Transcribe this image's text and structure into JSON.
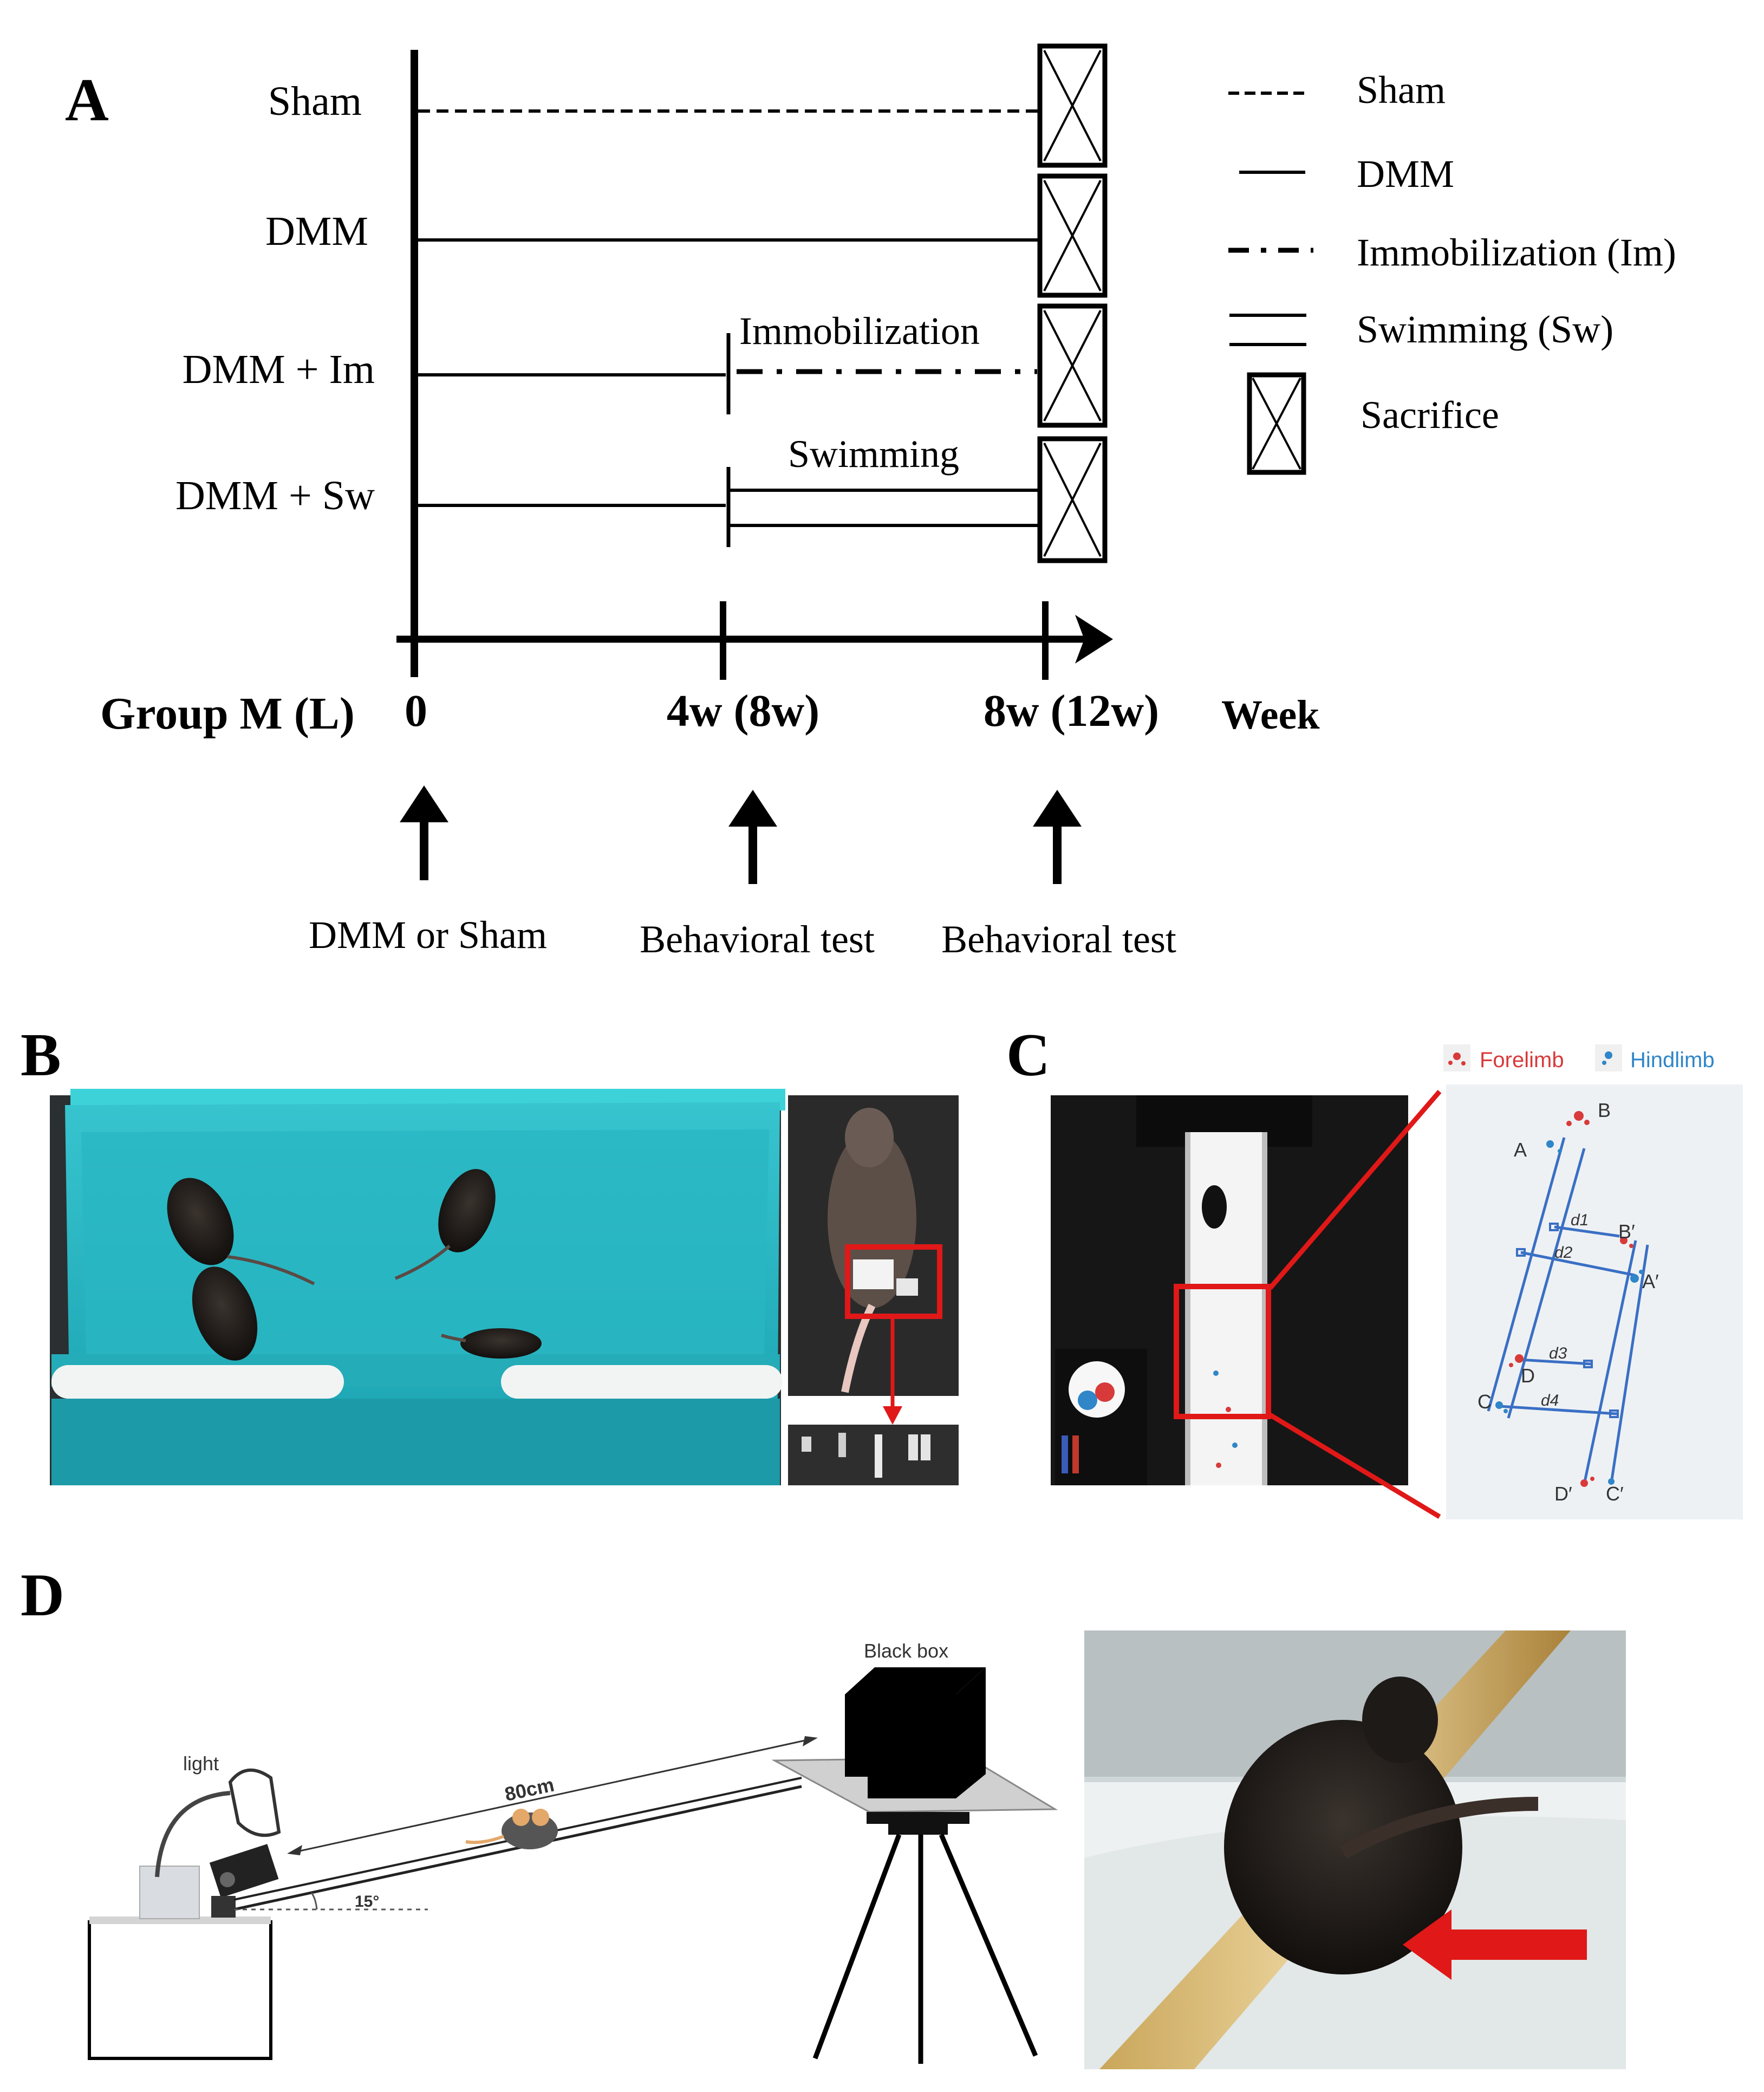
{
  "panel_labels": {
    "a": "A",
    "b": "B",
    "c": "C",
    "d": "D"
  },
  "timeline": {
    "groups": [
      "Sham",
      "DMM",
      "DMM + Im",
      "DMM + Sw"
    ],
    "phase_labels": {
      "immobilization": "Immobilization",
      "swimming": "Swimming"
    },
    "axis": {
      "group_label": "Group M (L)",
      "ticks": [
        "0",
        "4w (8w)",
        "8w (12w)"
      ],
      "unit": "Week"
    },
    "events": [
      "DMM or Sham",
      "Behavioral test",
      "Behavioral test"
    ]
  },
  "legend": {
    "items": [
      "Sham",
      "DMM",
      "Immobilization (Im)",
      "Swimming (Sw)",
      "Sacrifice"
    ]
  },
  "panel_c": {
    "legend": {
      "forelimb": "Forelimb",
      "hindlimb": "Hindlimb"
    },
    "points": [
      "A",
      "B",
      "B′",
      "A′",
      "D",
      "C",
      "D′",
      "C′"
    ],
    "distances": [
      "d1",
      "d2",
      "d3",
      "d4"
    ],
    "colors": {
      "forelimb": "#d83a3a",
      "hindlimb": "#2f86c8",
      "track": "#3a6fc4"
    }
  },
  "panel_d": {
    "labels": {
      "box": "Black box",
      "light": "light",
      "length": "80cm",
      "angle": "15°"
    },
    "colors": {
      "arrow": "#e01818"
    }
  }
}
